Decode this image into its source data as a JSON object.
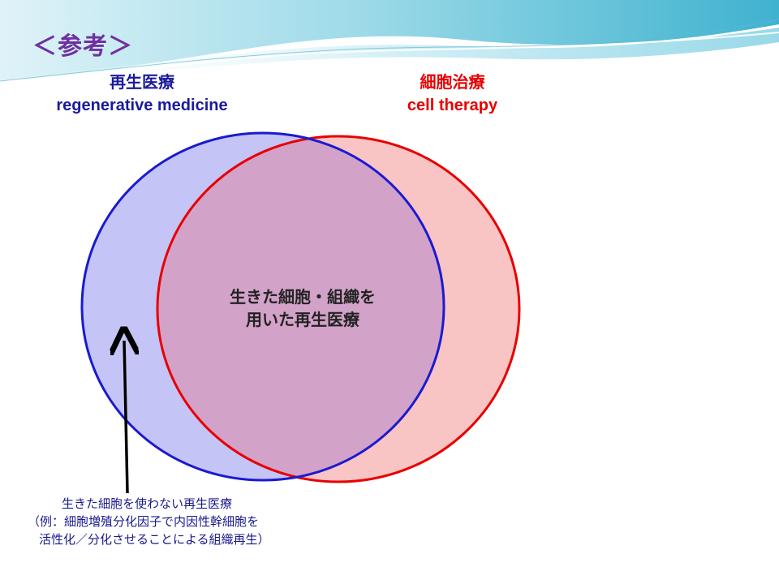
{
  "slide": {
    "title": "＜参考＞"
  },
  "sets": {
    "regenerative": {
      "ja": "再生医療",
      "en": "regenerative medicine",
      "color": "#1a1a9e"
    },
    "cell_therapy": {
      "ja": "細胞治療",
      "en": "cell therapy",
      "color": "#e80000"
    }
  },
  "intersection": {
    "line1": "生きた細胞・組織を",
    "line2": "用いた再生医療"
  },
  "note": {
    "line1": "生きた細胞を使わない再生医療",
    "line2": "（例：細胞増殖分化因子で内因性幹細胞を",
    "line3": "活性化／分化させることによる組織再生）"
  },
  "colors": {
    "blue_fill": "#c4c4f6",
    "red_fill": "#f8c4c4",
    "overlap_fill": "#d2a2c8",
    "title": "#7030a0"
  }
}
